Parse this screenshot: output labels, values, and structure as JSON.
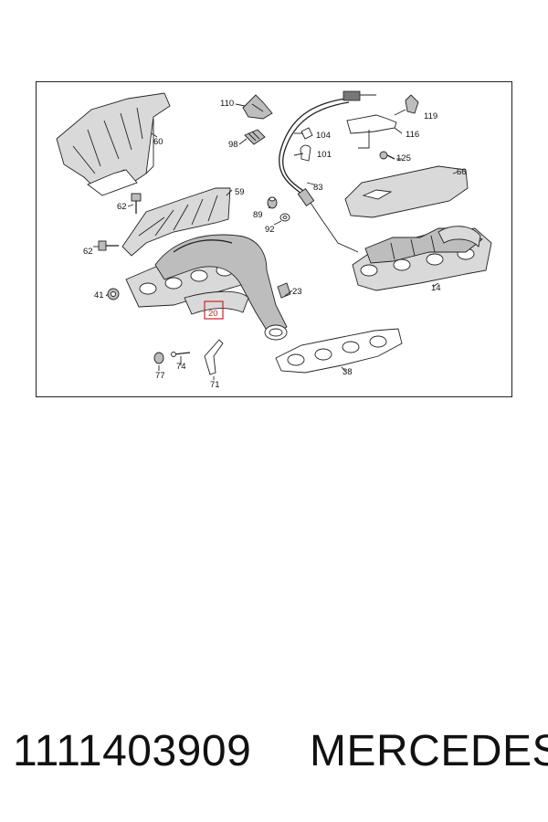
{
  "diagram": {
    "highlight_color": "#d32222",
    "highlighted_callout": "20",
    "callouts": [
      "110",
      "104",
      "101",
      "119",
      "116",
      "125",
      "98",
      "60",
      "83",
      "56",
      "62",
      "59",
      "89",
      "92",
      "62",
      "41",
      "23",
      "14",
      "20",
      "77",
      "74",
      "71",
      "38"
    ]
  },
  "footer": {
    "part_number": "1111403909",
    "brand": "MERCEDES"
  }
}
